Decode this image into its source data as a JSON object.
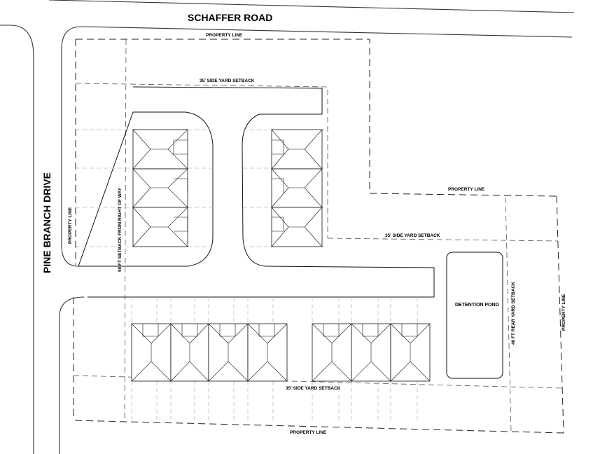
{
  "title": "",
  "roads": {
    "north": "SCHAFFER ROAD",
    "west": "PINE BRANCH DRIVE"
  },
  "labels": {
    "property_line_top": "PROPERTY LINE",
    "property_line_mid": "PROPERTY LINE",
    "property_line_bottom": "PROPERTY LINE",
    "property_line_left": "PROPERTY LINE",
    "property_line_right": "PROPERTY LINE",
    "side_setback_top": "35' SIDE YARD SETBACK",
    "side_setback_mid": "35' SIDE YARD SETBACK",
    "side_setback_bottom": "35' SIDE YARD SETBACK",
    "row_setback": "50 FT SETBACK FROM RIGHT OF WAY",
    "rear_setback": "40 FT REAR YARD SETBACK",
    "pond": "DETENTION POND"
  },
  "colors": {
    "line": "#111111",
    "lot_line": "#bbbbbb",
    "background": "#ffffff"
  }
}
